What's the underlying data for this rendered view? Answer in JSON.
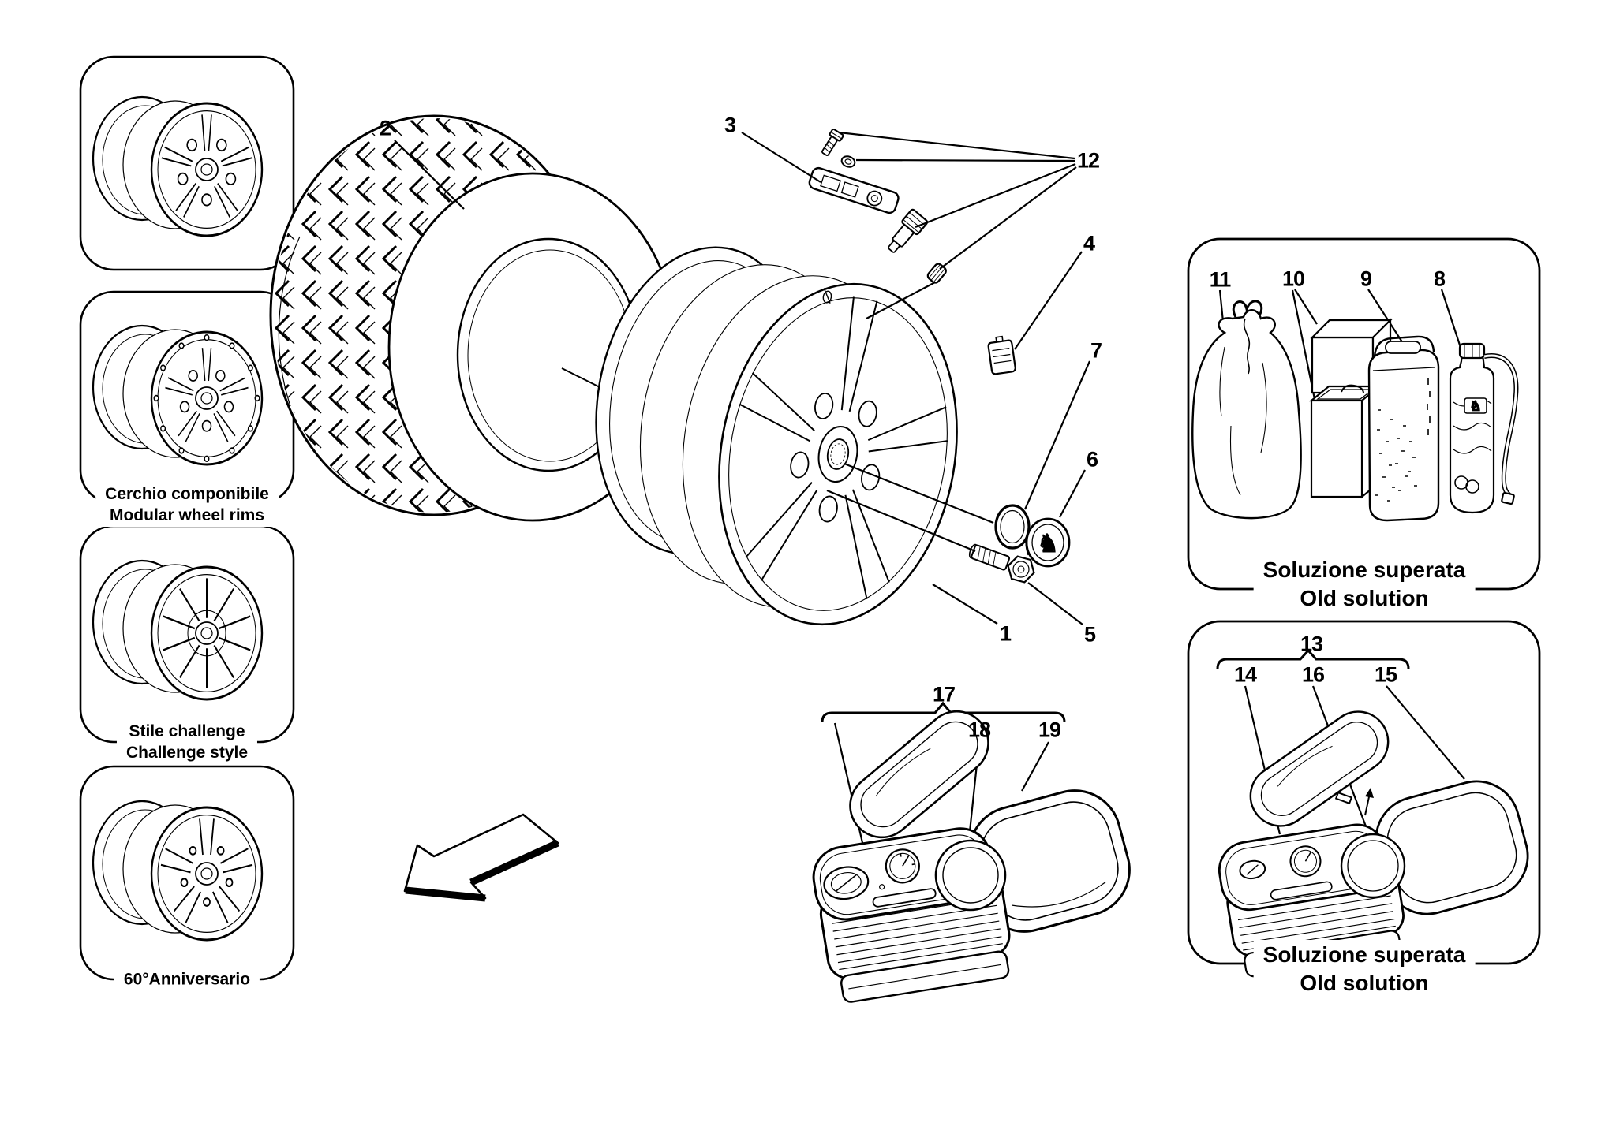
{
  "colors": {
    "ink": "#000000",
    "paper": "#ffffff"
  },
  "icons": {
    "prancing_horse": "♞"
  },
  "callouts": {
    "c1": "1",
    "c2": "2",
    "c3": "3",
    "c4": "4",
    "c5": "5",
    "c6": "6",
    "c7": "7",
    "c8": "8",
    "c9": "9",
    "c10": "10",
    "c11": "11",
    "c12": "12",
    "c13": "13",
    "c14": "14",
    "c15": "15",
    "c16": "16",
    "c17": "17",
    "c18": "18",
    "c19": "19"
  },
  "left_panel": {
    "captions": [
      {
        "line1": "Cerchio componibile",
        "line2": "Modular wheel rims"
      },
      {
        "line1": "Stile challenge",
        "line2": "Challenge style"
      },
      {
        "line1": "60°Anniversario"
      }
    ]
  },
  "right_panel": {
    "top_box": {
      "line1": "Soluzione superata",
      "line2": "Old solution"
    },
    "bottom_box": {
      "line1": "Soluzione superata",
      "line2": "Old solution"
    }
  }
}
